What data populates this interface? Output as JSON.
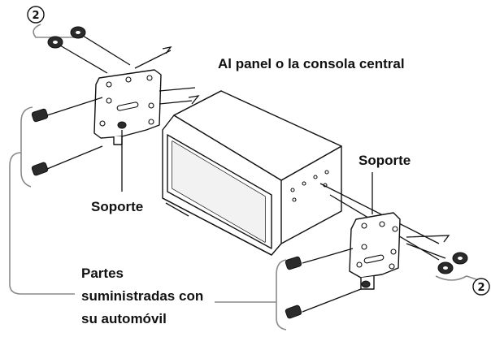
{
  "labels": {
    "screw_group_top": "2",
    "screw_group_bottom": "2",
    "destination": "Al panel o la consola central",
    "bracket_right": "Soporte",
    "bracket_left": "Soporte",
    "supplied_parts_1": "Partes",
    "supplied_parts_2": "suministradas con",
    "supplied_parts_3": "su automóvil"
  }
}
